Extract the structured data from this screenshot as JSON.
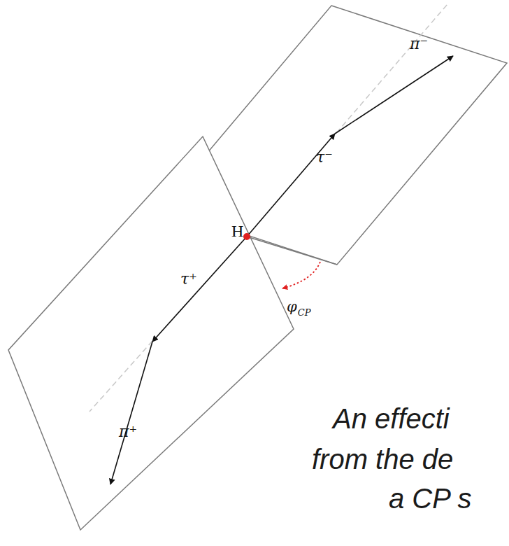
{
  "diagram": {
    "labels": [
      "π⁻",
      "τ⁻",
      "H",
      "τ⁺",
      "φ",
      "CP",
      "π⁺",
      "An effecti",
      "from the de",
      "a CP s"
    ]
  }
}
